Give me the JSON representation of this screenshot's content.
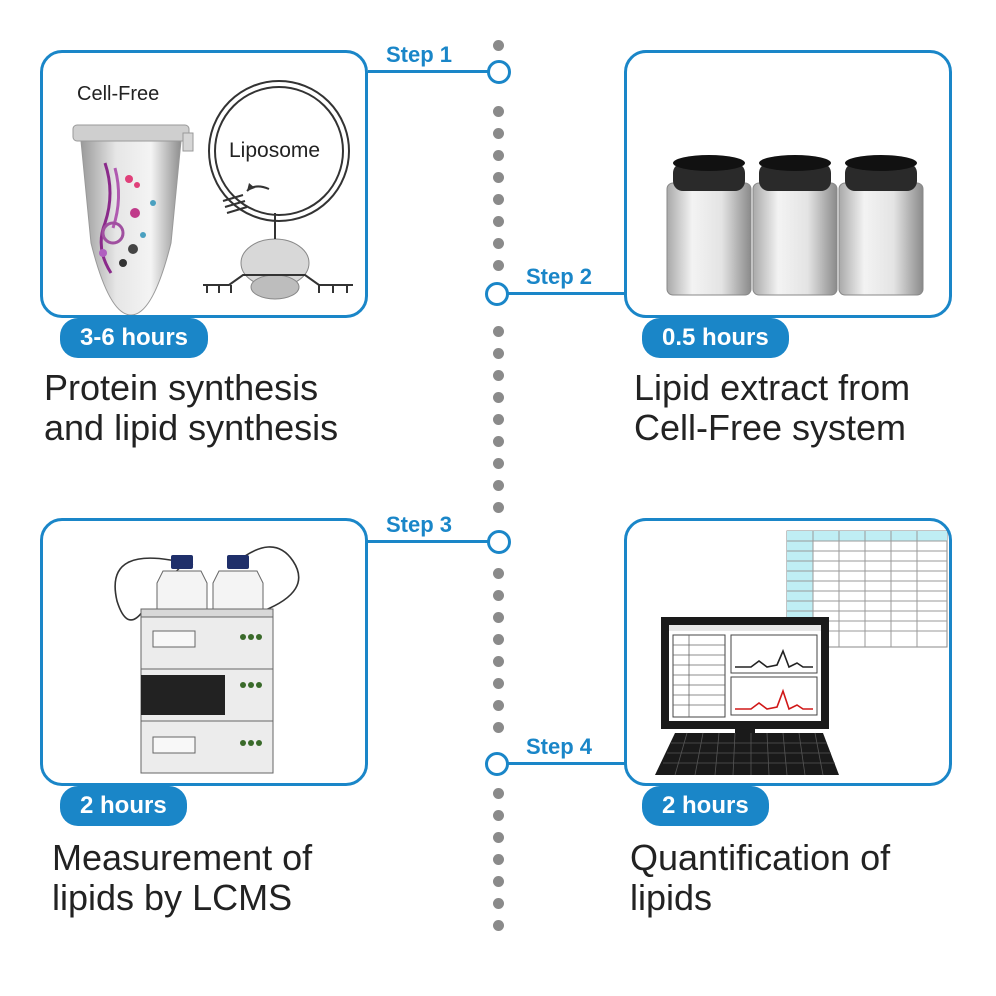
{
  "steps": [
    {
      "label": "Step 1",
      "time": "3-6 hours",
      "caption": "Protein synthesis\nand lipid synthesis"
    },
    {
      "label": "Step 2",
      "time": "0.5 hours",
      "caption": "Lipid extract from\nCell-Free system"
    },
    {
      "label": "Step 3",
      "time": "2 hours",
      "caption": "Measurement of\nlipids by LCMS"
    },
    {
      "label": "Step 4",
      "time": "2 hours",
      "caption": "Quantification of\nlipids"
    }
  ],
  "illustrations": {
    "cell_free_label": "Cell-Free",
    "liposome_label": "Liposome"
  },
  "colors": {
    "accent": "#1a86c8",
    "timeline_dots": "#8a8a8a",
    "chart_black": "#222222",
    "chart_red": "#d01818"
  },
  "icons": [
    "tube-icon",
    "liposome-icon",
    "bottles-icon",
    "lcms-instrument-icon",
    "computer-monitor-icon",
    "spreadsheet-icon",
    "keyboard-icon"
  ]
}
